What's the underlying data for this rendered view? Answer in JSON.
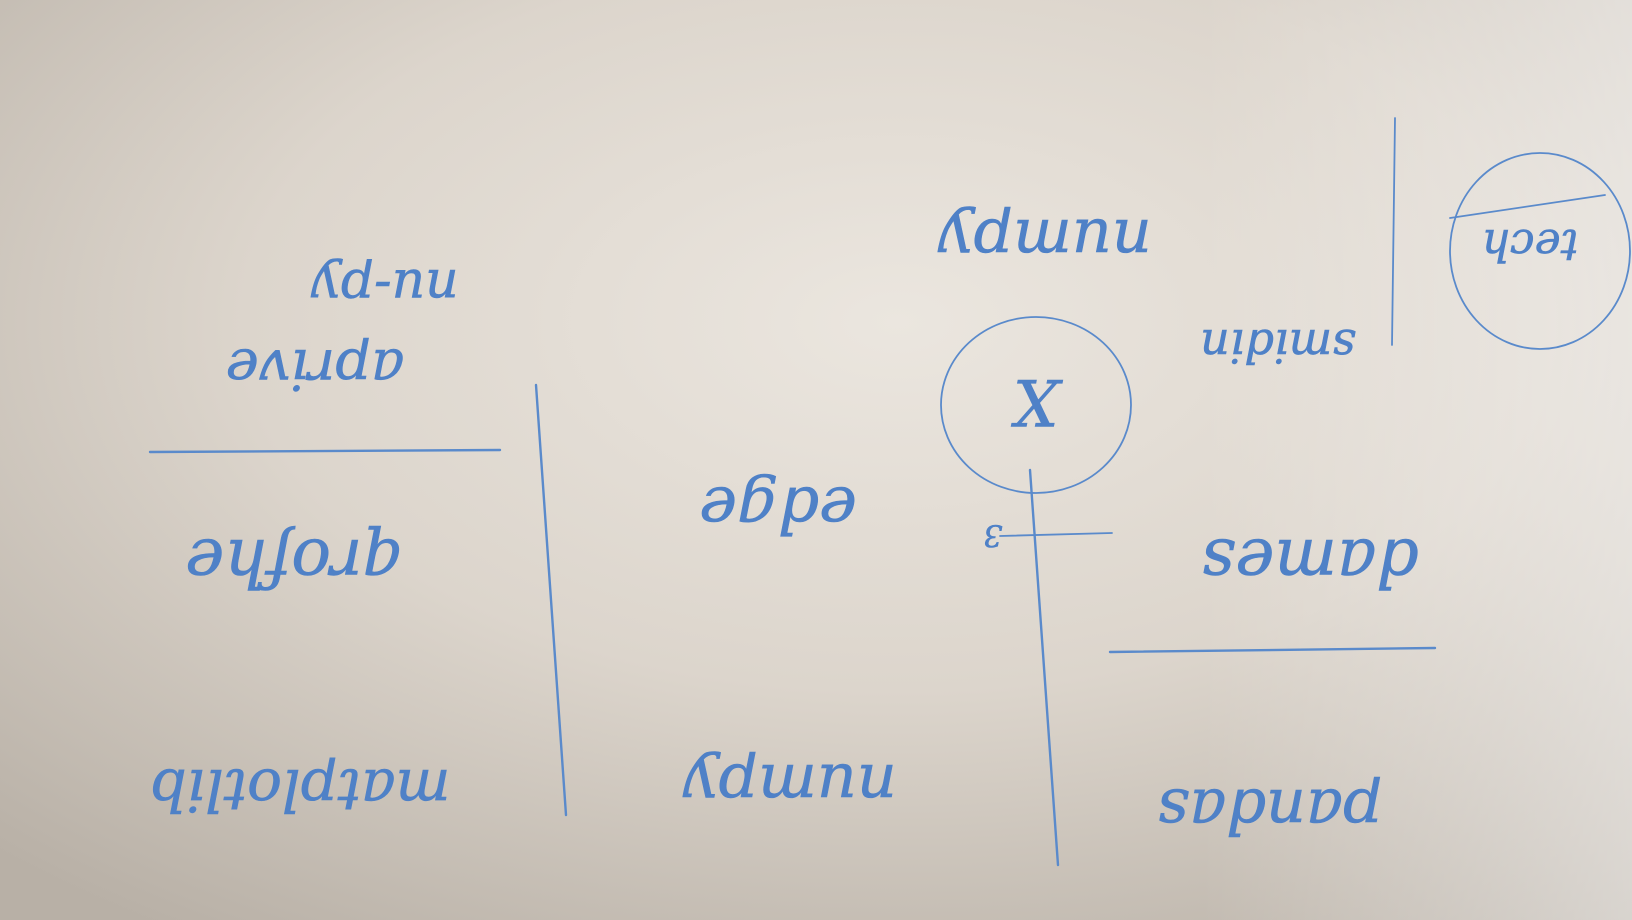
{
  "board": {
    "colors": {
      "background_light": "#e8e2da",
      "background_dark": "#b9b2a9",
      "ink": "#4f81c7"
    },
    "words": {
      "pandas": "pandas",
      "dames": "dames",
      "numpy_top": "numpy",
      "smidin": "smidin",
      "tech": "tech",
      "x_mark": "X",
      "edge": "edge",
      "numpy_mid": "numpy",
      "matplotlib": "matplotlib",
      "qrofhe": "qrofhe",
      "aprive": "aprive",
      "nu_py": "nu-py",
      "tick_number": "3"
    }
  }
}
